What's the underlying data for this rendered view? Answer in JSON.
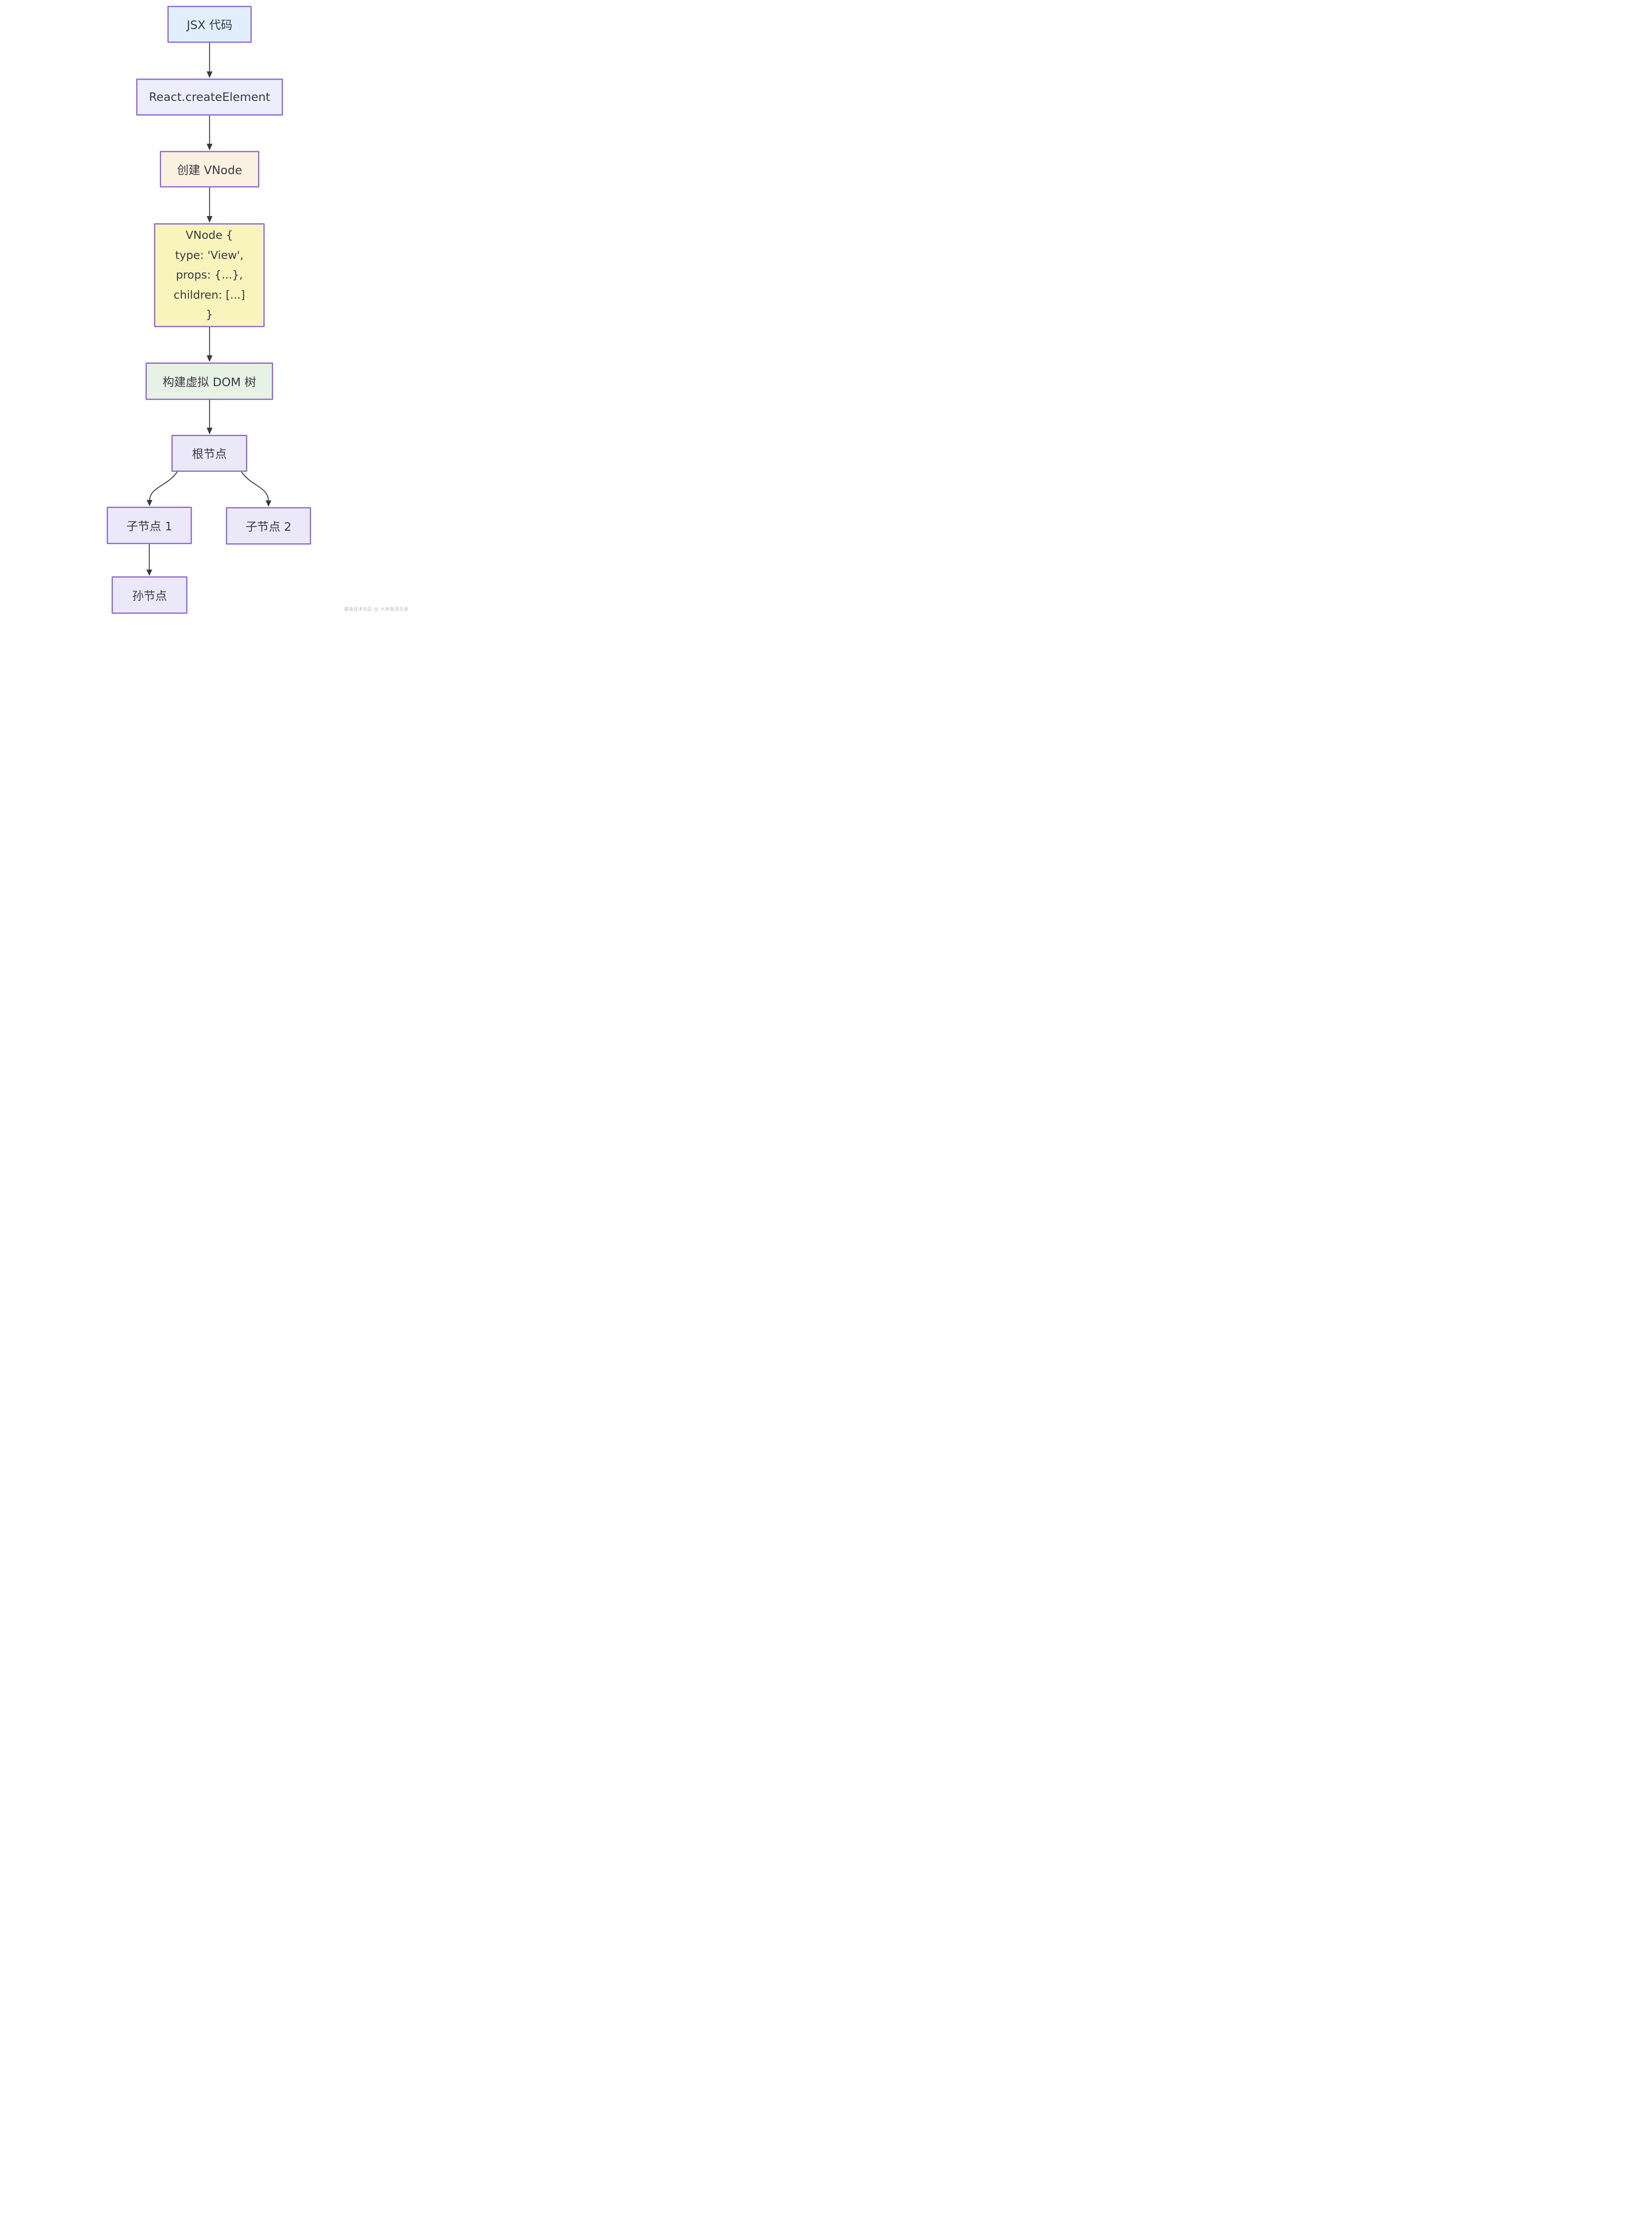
{
  "diagram": {
    "type": "flowchart",
    "direction": "top-down",
    "colors": {
      "node_border": "#9673d6",
      "arrow": "#383840",
      "text": "#3a3a42",
      "background": "#ffffff",
      "watermark_text": "#bdb8b5"
    },
    "nodes": {
      "jsx": {
        "label": "JSX 代码",
        "fill": "#e0effb"
      },
      "createElement": {
        "label": "React.createElement",
        "fill": "#ededfc"
      },
      "createVNode": {
        "label": "创建 VNode",
        "fill": "#fbf1e1"
      },
      "vnode": {
        "lines": [
          "VNode {",
          "type: 'View',",
          "props: {...},",
          "children: [...]",
          "}"
        ],
        "fill": "#f9f4bb"
      },
      "buildTree": {
        "label": "构建虚拟 DOM 树",
        "fill": "#e5f2e4"
      },
      "root": {
        "label": "根节点",
        "fill": "#ebe9f9"
      },
      "child1": {
        "label": "子节点 1",
        "fill": "#ebe9f9"
      },
      "child2": {
        "label": "子节点 2",
        "fill": "#ebe9f9"
      },
      "grandchild": {
        "label": "孙节点",
        "fill": "#ebe9f9"
      }
    },
    "edges": [
      {
        "from": "jsx",
        "to": "createElement"
      },
      {
        "from": "createElement",
        "to": "createVNode"
      },
      {
        "from": "createVNode",
        "to": "vnode"
      },
      {
        "from": "vnode",
        "to": "buildTree"
      },
      {
        "from": "buildTree",
        "to": "root"
      },
      {
        "from": "root",
        "to": "child1"
      },
      {
        "from": "root",
        "to": "child2"
      },
      {
        "from": "child1",
        "to": "grandchild"
      }
    ],
    "watermark": "掘金技术社区 @ 大米饭消灭者"
  }
}
